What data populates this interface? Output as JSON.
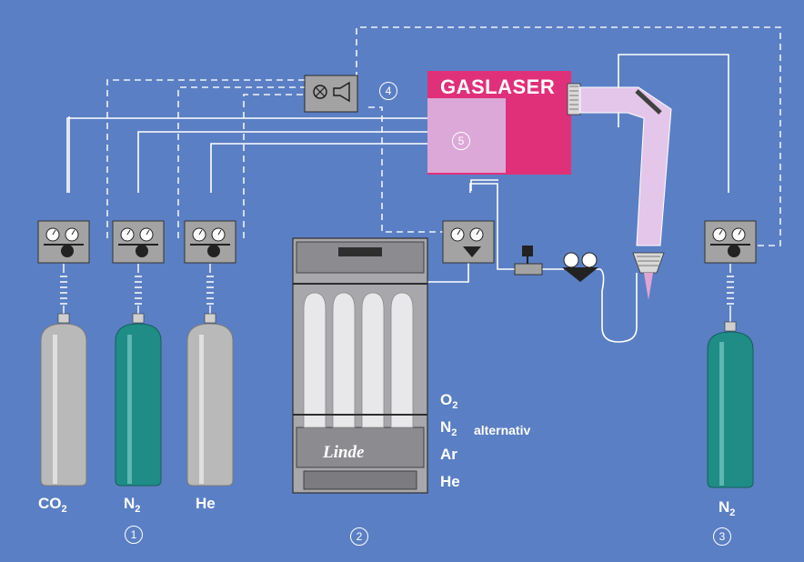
{
  "laser": {
    "title": "GASLASER",
    "module_number": "5"
  },
  "controller": {
    "number": "4"
  },
  "cylinders": [
    {
      "id": "co2",
      "formula": "CO",
      "subscript": "2",
      "color": "#b9b9b9"
    },
    {
      "id": "n2-left",
      "formula": "N",
      "subscript": "2",
      "color": "#1f8c86"
    },
    {
      "id": "he",
      "formula": "He",
      "subscript": "",
      "color": "#b9b9b9"
    },
    {
      "id": "n2-right",
      "formula": "N",
      "subscript": "2",
      "color": "#1f8c86"
    }
  ],
  "group_numbers": {
    "left": "1",
    "middle": "2",
    "right": "3"
  },
  "bundle": {
    "brand": "Linde",
    "alternative_gases": [
      {
        "formula": "O",
        "subscript": "2"
      },
      {
        "formula": "N",
        "subscript": "2"
      },
      {
        "formula": "Ar",
        "subscript": ""
      },
      {
        "formula": "He",
        "subscript": ""
      }
    ],
    "alternative_label": "alternativ"
  },
  "colors": {
    "background": "#5b7fc4",
    "laser_body": "#e0307a",
    "laser_module": "#dca8d8",
    "beam": "#e4c6ea",
    "panel": "#a3a3a3",
    "line": "#ffffff"
  }
}
